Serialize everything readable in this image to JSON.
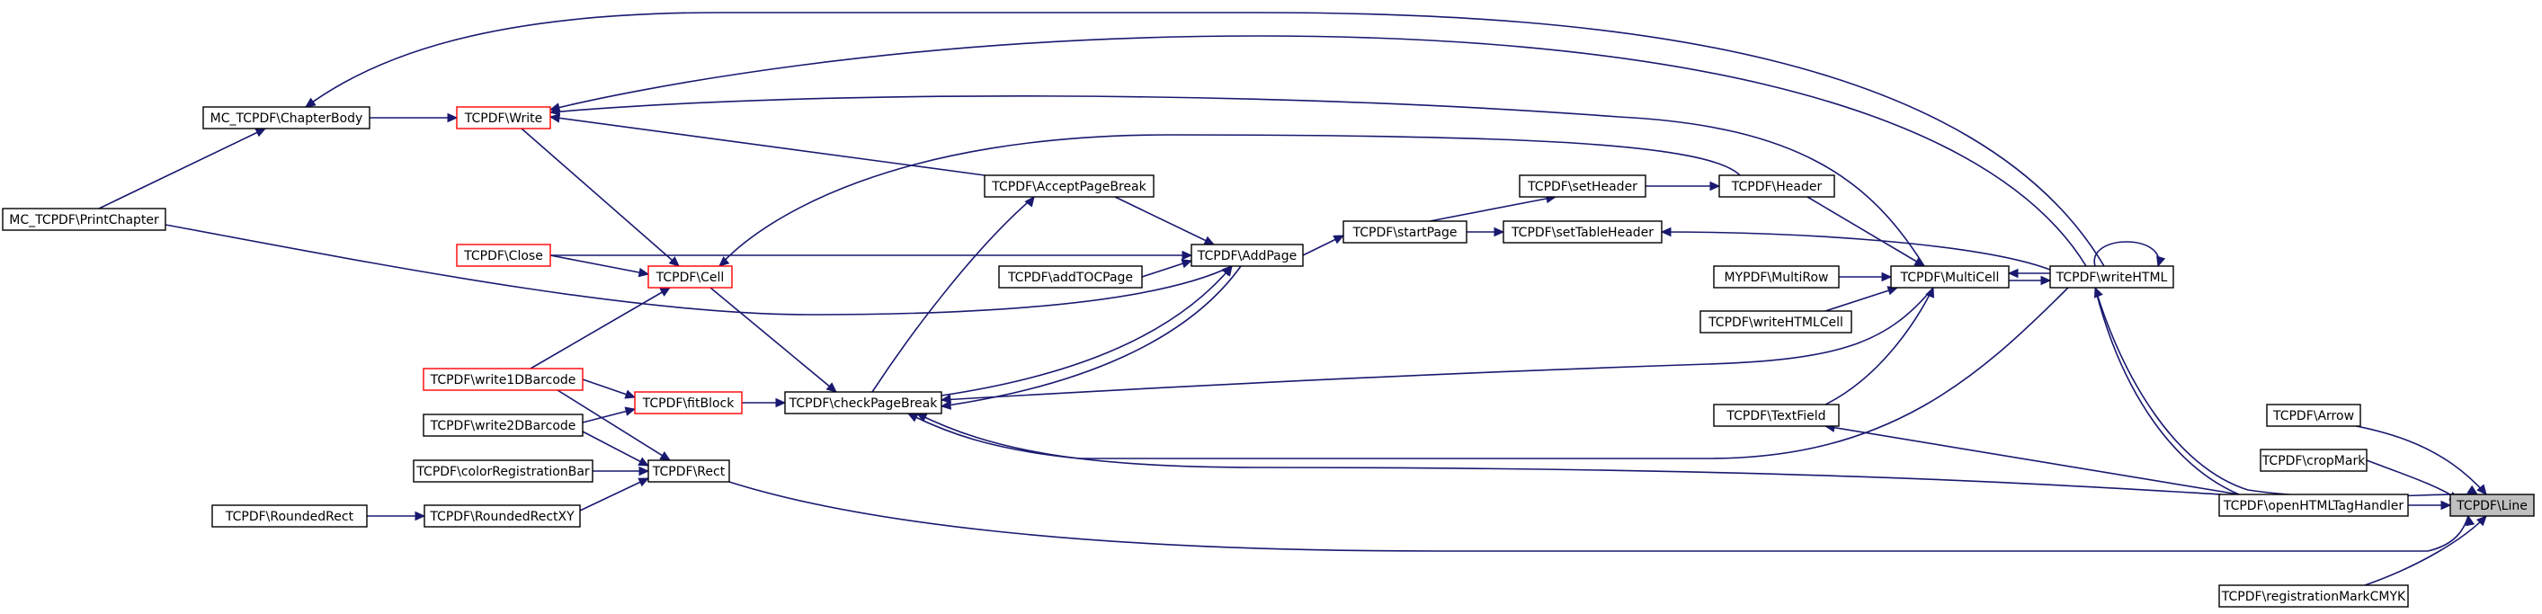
{
  "nodes": [
    {
      "id": "line",
      "label": "TCPDF\\Line",
      "kind": "focus"
    },
    {
      "id": "arrow",
      "label": "TCPDF\\Arrow",
      "kind": "normal"
    },
    {
      "id": "cropmark",
      "label": "TCPDF\\cropMark",
      "kind": "normal"
    },
    {
      "id": "openhtml",
      "label": "TCPDF\\openHTMLTagHandler",
      "kind": "normal"
    },
    {
      "id": "regmark",
      "label": "TCPDF\\registrationMarkCMYK",
      "kind": "normal"
    },
    {
      "id": "writehtml",
      "label": "TCPDF\\writeHTML",
      "kind": "normal"
    },
    {
      "id": "multicell",
      "label": "TCPDF\\MultiCell",
      "kind": "normal"
    },
    {
      "id": "textfield",
      "label": "TCPDF\\TextField",
      "kind": "normal"
    },
    {
      "id": "multirow",
      "label": "MYPDF\\MultiRow",
      "kind": "normal"
    },
    {
      "id": "writehtmlcell",
      "label": "TCPDF\\writeHTMLCell",
      "kind": "normal"
    },
    {
      "id": "header",
      "label": "TCPDF\\Header",
      "kind": "normal"
    },
    {
      "id": "setheader",
      "label": "TCPDF\\setHeader",
      "kind": "normal"
    },
    {
      "id": "settableheader",
      "label": "TCPDF\\setTableHeader",
      "kind": "normal"
    },
    {
      "id": "startpage",
      "label": "TCPDF\\startPage",
      "kind": "normal"
    },
    {
      "id": "addpage",
      "label": "TCPDF\\AddPage",
      "kind": "normal"
    },
    {
      "id": "acceptpb",
      "label": "TCPDF\\AcceptPageBreak",
      "kind": "normal"
    },
    {
      "id": "addtoc",
      "label": "TCPDF\\addTOCPage",
      "kind": "normal"
    },
    {
      "id": "checkpb",
      "label": "TCPDF\\checkPageBreak",
      "kind": "normal"
    },
    {
      "id": "fitblock",
      "label": "TCPDF\\fitBlock",
      "kind": "trunc"
    },
    {
      "id": "rect",
      "label": "TCPDF\\Rect",
      "kind": "normal"
    },
    {
      "id": "cell",
      "label": "TCPDF\\Cell",
      "kind": "trunc"
    },
    {
      "id": "close",
      "label": "TCPDF\\Close",
      "kind": "trunc"
    },
    {
      "id": "write",
      "label": "TCPDF\\Write",
      "kind": "trunc"
    },
    {
      "id": "chapterbody",
      "label": "MC_TCPDF\\ChapterBody",
      "kind": "normal"
    },
    {
      "id": "printchapter",
      "label": "MC_TCPDF\\PrintChapter",
      "kind": "normal"
    },
    {
      "id": "write1d",
      "label": "TCPDF\\write1DBarcode",
      "kind": "trunc"
    },
    {
      "id": "write2d",
      "label": "TCPDF\\write2DBarcode",
      "kind": "normal"
    },
    {
      "id": "colorreg",
      "label": "TCPDF\\colorRegistrationBar",
      "kind": "normal"
    },
    {
      "id": "roundedrectxy",
      "label": "TCPDF\\RoundedRectXY",
      "kind": "normal"
    },
    {
      "id": "roundedrect",
      "label": "TCPDF\\RoundedRect",
      "kind": "normal"
    }
  ],
  "edges": [
    {
      "from": "arrow",
      "to": "line"
    },
    {
      "from": "cropmark",
      "to": "line"
    },
    {
      "from": "openhtml",
      "to": "line"
    },
    {
      "from": "regmark",
      "to": "line"
    },
    {
      "from": "writehtml",
      "to": "line"
    },
    {
      "from": "rect",
      "to": "line"
    },
    {
      "from": "openhtml",
      "to": "writehtml"
    },
    {
      "from": "openhtml",
      "to": "textfield"
    },
    {
      "from": "openhtml",
      "to": "checkpb"
    },
    {
      "from": "writehtml",
      "to": "writehtml"
    },
    {
      "from": "writehtml",
      "to": "multicell"
    },
    {
      "from": "multicell",
      "to": "writehtml"
    },
    {
      "from": "writehtml",
      "to": "write"
    },
    {
      "from": "writehtml",
      "to": "chapterbody"
    },
    {
      "from": "writehtml",
      "to": "checkpb"
    },
    {
      "from": "writehtml",
      "to": "settableheader"
    },
    {
      "from": "multirow",
      "to": "multicell"
    },
    {
      "from": "writehtmlcell",
      "to": "multicell"
    },
    {
      "from": "textfield",
      "to": "multicell"
    },
    {
      "from": "header",
      "to": "multicell"
    },
    {
      "from": "multicell",
      "to": "write"
    },
    {
      "from": "multicell",
      "to": "checkpb"
    },
    {
      "from": "setheader",
      "to": "header"
    },
    {
      "from": "startpage",
      "to": "setheader"
    },
    {
      "from": "startpage",
      "to": "settableheader"
    },
    {
      "from": "addpage",
      "to": "startpage"
    },
    {
      "from": "header",
      "to": "cell"
    },
    {
      "from": "acceptpb",
      "to": "addpage"
    },
    {
      "from": "addtoc",
      "to": "addpage"
    },
    {
      "from": "close",
      "to": "addpage"
    },
    {
      "from": "printchapter",
      "to": "addpage"
    },
    {
      "from": "checkpb",
      "to": "addpage"
    },
    {
      "from": "addpage",
      "to": "checkpb"
    },
    {
      "from": "acceptpb",
      "to": "write"
    },
    {
      "from": "checkpb",
      "to": "acceptpb"
    },
    {
      "from": "fitblock",
      "to": "checkpb"
    },
    {
      "from": "cell",
      "to": "checkpb"
    },
    {
      "from": "write1d",
      "to": "fitblock"
    },
    {
      "from": "write2d",
      "to": "fitblock"
    },
    {
      "from": "write1d",
      "to": "cell"
    },
    {
      "from": "close",
      "to": "cell"
    },
    {
      "from": "write",
      "to": "cell"
    },
    {
      "from": "chapterbody",
      "to": "write"
    },
    {
      "from": "printchapter",
      "to": "chapterbody"
    },
    {
      "from": "write1d",
      "to": "rect"
    },
    {
      "from": "write2d",
      "to": "rect"
    },
    {
      "from": "colorreg",
      "to": "rect"
    },
    {
      "from": "roundedrectxy",
      "to": "rect"
    },
    {
      "from": "roundedrect",
      "to": "roundedrectxy"
    }
  ],
  "colors": {
    "edge": "#191970",
    "truncated_border": "#ff0000",
    "focus_fill": "#bfbfbf"
  }
}
